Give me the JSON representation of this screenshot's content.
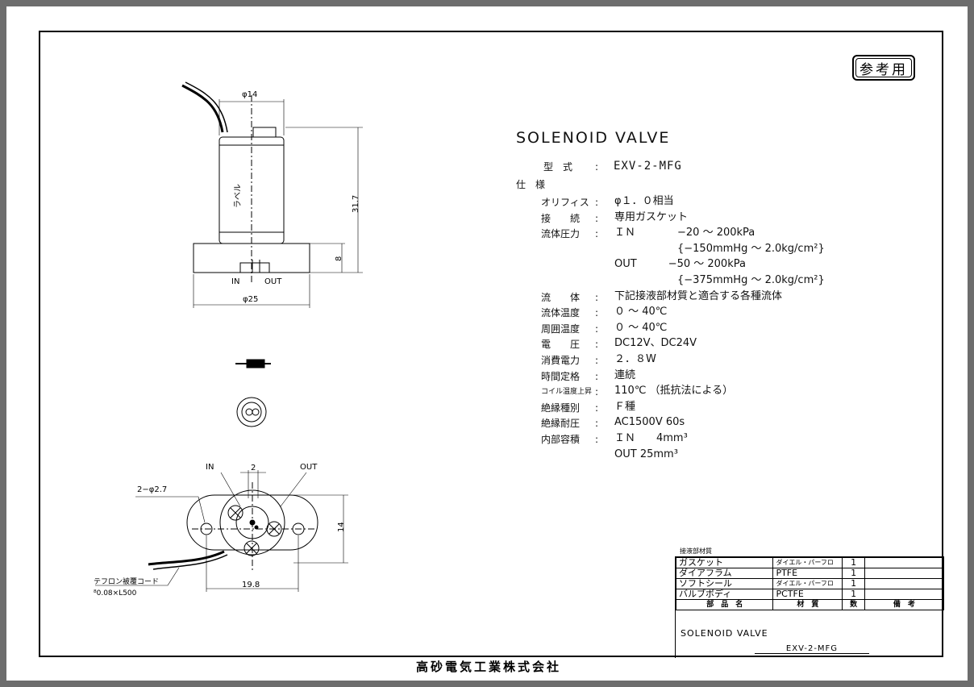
{
  "stamp": "参考用",
  "title": "SOLENOID VALVE",
  "model": {
    "label": "型　式",
    "value": "EXV-2-MFG"
  },
  "spec_header": "仕　様",
  "specs": [
    {
      "label": "オリフィス",
      "value": "φ１．０相当"
    },
    {
      "label": "接　　続",
      "value": "専用ガスケット"
    },
    {
      "label": "流体圧力",
      "value": "ＩＮ　　　　−20 ～ 200kPa"
    },
    {
      "label": "",
      "value": "　　　　　　{−150mmHg ～ 2.0kg/cm²}"
    },
    {
      "label": "",
      "value": "OUT　　　−50 ～ 200kPa"
    },
    {
      "label": "",
      "value": "　　　　　　{−375mmHg ～ 2.0kg/cm²}"
    },
    {
      "label": "流　　体",
      "value": "下記接液部材質と適合する各種流体"
    },
    {
      "label": "流体温度",
      "value": "０ ～ 40℃"
    },
    {
      "label": "周囲温度",
      "value": "０ ～ 40℃"
    },
    {
      "label": "電　　圧",
      "value": "DC12V、DC24V"
    },
    {
      "label": "消費電力",
      "value": "２．８W"
    },
    {
      "label": "時間定格",
      "value": "連続"
    },
    {
      "label": "コイル温度上昇",
      "value": "110℃ （抵抗法による）"
    },
    {
      "label": "絶縁種別",
      "value": "Ｆ種"
    },
    {
      "label": "絶縁耐圧",
      "value": "AC1500V 60s"
    },
    {
      "label": "内部容積",
      "value": "ＩＮ　　4mm³"
    },
    {
      "label": "",
      "value": "OUT 25mm³"
    }
  ],
  "drawing_labels": {
    "phi14": "φ14",
    "label_jp": "ラベル",
    "height": "31.7",
    "base_h": "8",
    "in": "IN",
    "out": "OUT",
    "phi25": "φ25",
    "two": "2",
    "holes": "2−φ2.7",
    "fourteen": "14",
    "width": "19.8",
    "cord1": "テフロン被覆コード",
    "cord2": "⁸0.08×L500"
  },
  "parts_caption": "接液部材質",
  "parts_table": {
    "rows": [
      {
        "name": "ガスケット",
        "material": "ダイエル・パーフロ",
        "qty": "1",
        "note": ""
      },
      {
        "name": "ダイアフラム",
        "material": "PTFE",
        "qty": "1",
        "note": ""
      },
      {
        "name": "ソフトシール",
        "material": "ダイエル・パーフロ",
        "qty": "1",
        "note": ""
      },
      {
        "name": "バルブボディ",
        "material": "PCTFE",
        "qty": "1",
        "note": ""
      }
    ],
    "headers": [
      "部　品　名",
      "材　質",
      "数",
      "備　考"
    ],
    "name": "SOLENOID VALVE",
    "model": "EXV-2-MFG"
  },
  "company": "高砂電気工業株式会社"
}
